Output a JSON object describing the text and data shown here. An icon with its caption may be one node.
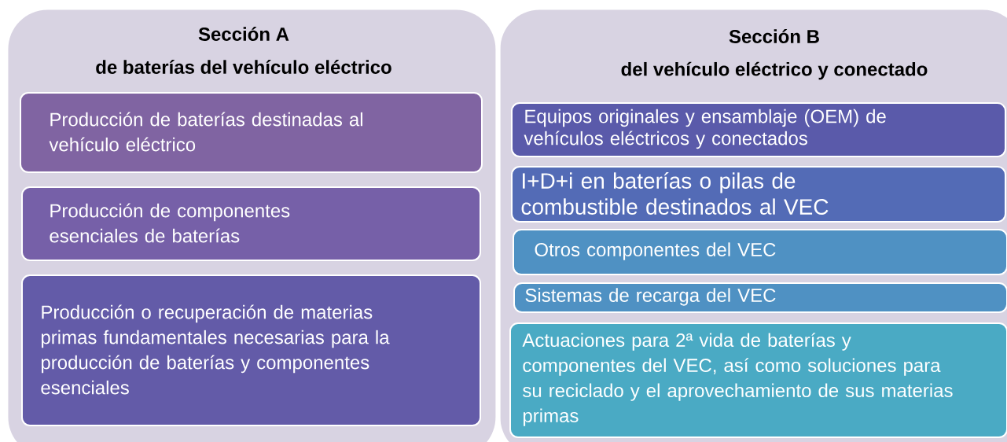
{
  "diagram": {
    "nodes": [
      {
        "text": [
          "Sección A",
          "de baterías del vehículo eléctrico"
        ]
      },
      {
        "text": [
          "Producción de baterías destinadas al vehículo eléctrico"
        ],
        "in": 0
      },
      {
        "text": [
          "Producción de componentes esenciales de baterías"
        ],
        "in": 0
      },
      {
        "text": [
          "Producción o recuperación de materias primas fundamentales necesarias para la producción de baterías y componentes esenciales"
        ],
        "in": 0
      },
      {
        "text": [
          "Sección B",
          "del vehículo eléctrico y conectado"
        ]
      },
      {
        "text": [
          "Equipos originales y ensamblaje (OEM) de vehículos eléctricos y conectados"
        ],
        "in": 4
      },
      {
        "text": [
          "I+D+i en baterías o pilas de combustible destinados al VEC"
        ],
        "in": 4
      },
      {
        "text": [
          "Otros componentes del VEC"
        ],
        "in": 4
      },
      {
        "text": [
          "Sistemas de recarga del VEC"
        ],
        "in": 4
      },
      {
        "text": [
          "Actuaciones para 2ª vida de baterías y componentes del VEC, así como soluciones para su reciclado y el aprovechamiento de sus materias primas"
        ],
        "in": 4
      }
    ]
  }
}
